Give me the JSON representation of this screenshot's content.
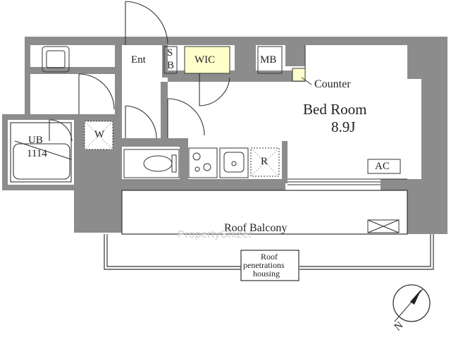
{
  "rooms": {
    "entrance": "Ent",
    "shoe_box_s": "S",
    "shoe_box_b": "B",
    "walk_in_closet": "WIC",
    "meter_box": "MB",
    "counter": "Counter",
    "bedroom_name": "Bed Room",
    "bedroom_size": "8.9J",
    "unit_bath": "UB",
    "unit_bath_size": "1114",
    "washer": "W",
    "refrigerator": "R",
    "air_conditioner": "AC",
    "balcony": "Roof Balcony",
    "roof_housing_line1": "Roof",
    "roof_housing_line2": "penetrations",
    "roof_housing_line3": "housing"
  },
  "compass": {
    "label": "N"
  },
  "watermark": "PropertyShizer",
  "colors": {
    "wall": "#8c8c8c",
    "line": "#333333",
    "wic_fill": "#ffffcc",
    "background": "#ffffff"
  }
}
